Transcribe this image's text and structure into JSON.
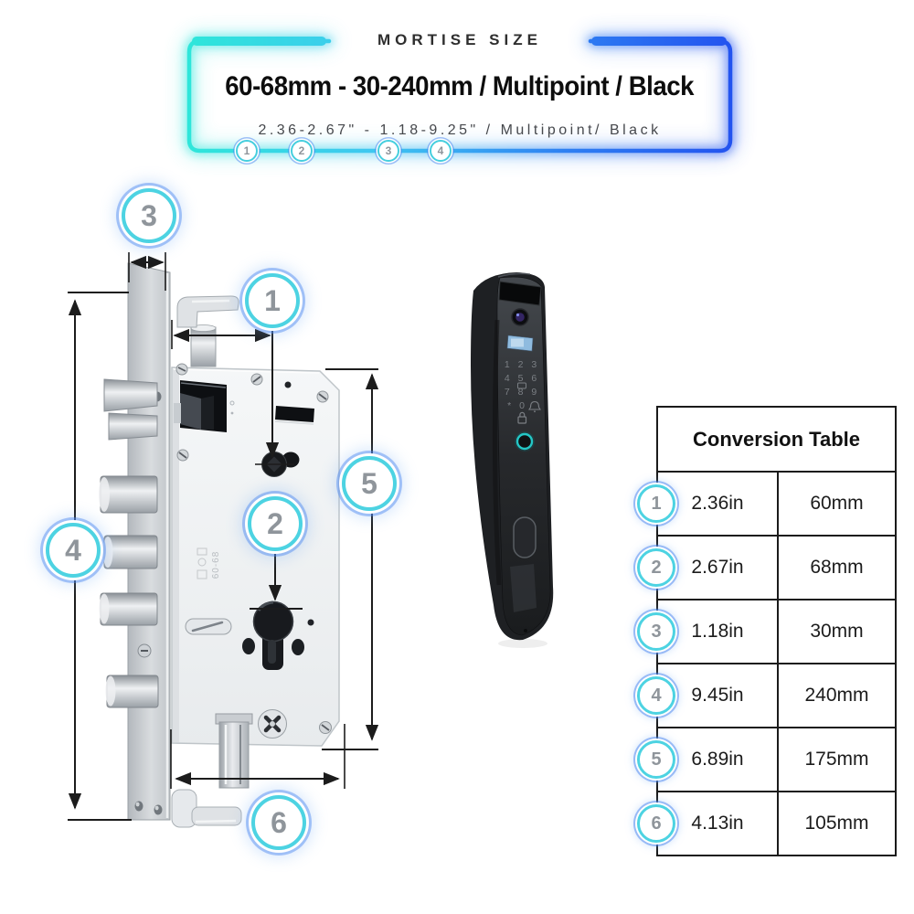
{
  "header": {
    "eyebrow": "MORTISE SIZE",
    "title": "60-68mm - 30-240mm / Multipoint / Black",
    "subtitle": "2.36-2.67\" - 1.18-9.25\" / Multipoint/ Black",
    "markers": [
      "1",
      "2",
      "3",
      "4"
    ]
  },
  "diagram": {
    "callouts": [
      "1",
      "2",
      "3",
      "4",
      "5",
      "6"
    ],
    "etch_label": "60-68"
  },
  "device": {
    "keypad_rows": [
      "1 2 3",
      "4 5 6",
      "7 8 9",
      "* 0"
    ]
  },
  "table": {
    "title": "Conversion Table",
    "rows": [
      {
        "num": "1",
        "inches": "2.36in",
        "mm": "60mm"
      },
      {
        "num": "2",
        "inches": "2.67in",
        "mm": "68mm"
      },
      {
        "num": "3",
        "inches": "1.18in",
        "mm": "30mm"
      },
      {
        "num": "4",
        "inches": "9.45in",
        "mm": "240mm"
      },
      {
        "num": "5",
        "inches": "6.89in",
        "mm": "175mm"
      },
      {
        "num": "6",
        "inches": "4.13in",
        "mm": "105mm"
      }
    ]
  },
  "colors": {
    "accent_cyan": "#3fd8e4",
    "accent_blue": "#2a5cee",
    "number_gray": "#8f959b",
    "dimension_black": "#1c1c1c"
  }
}
